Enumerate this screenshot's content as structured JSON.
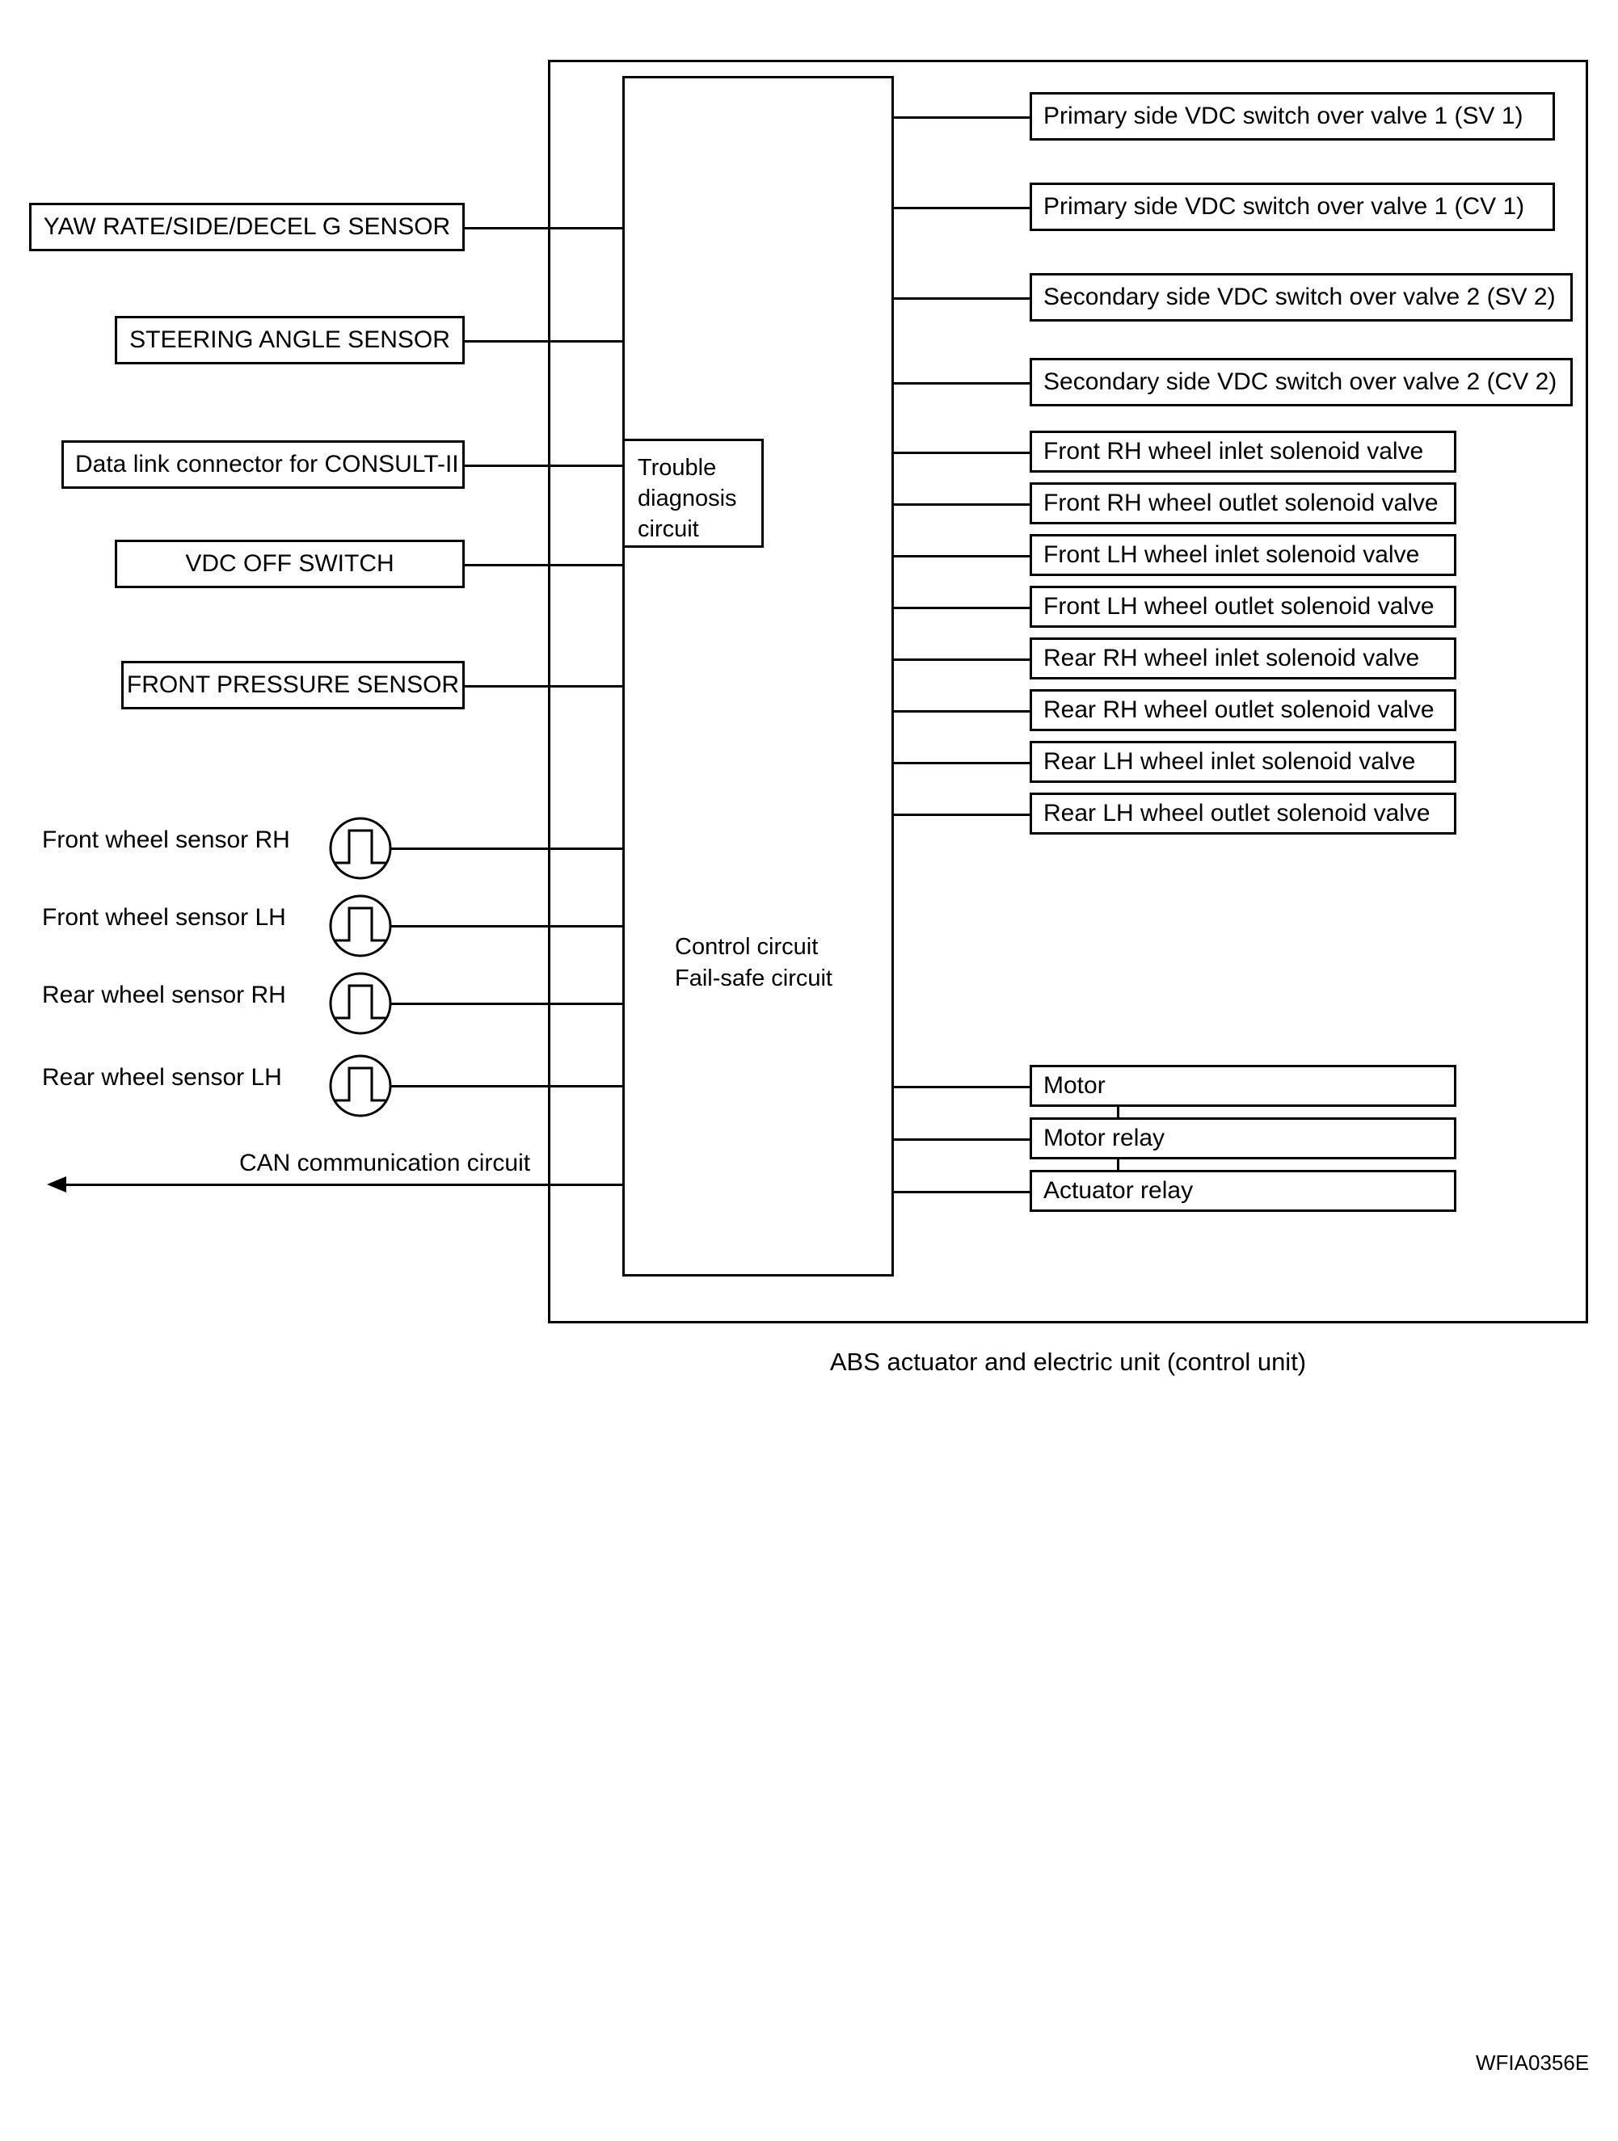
{
  "figure": {
    "caption": "ABS actuator and electric unit (control unit)",
    "reference_code": "WFIA0356E"
  },
  "control_unit": {
    "trouble_diagnosis_label": "Trouble\ndiagnosis\ncircuit",
    "trouble_diagnosis_lines": [
      "Trouble",
      "diagnosis",
      "circuit"
    ],
    "control_circuit_lines": [
      "Control circuit",
      "Fail-safe circuit"
    ]
  },
  "inputs": {
    "boxes": [
      {
        "label": "YAW RATE/SIDE/DECEL G SENSOR",
        "align": "center"
      },
      {
        "label": "STEERING ANGLE SENSOR",
        "align": "center"
      },
      {
        "label": "Data link connector for CONSULT-II",
        "align": "left"
      },
      {
        "label": "VDC OFF SWITCH",
        "align": "center"
      },
      {
        "label": "FRONT PRESSURE SENSOR",
        "align": "center"
      }
    ],
    "wheel_sensors": [
      {
        "label": "Front  wheel sensor RH",
        "icon": "pulse-sensor-icon"
      },
      {
        "label": "Front wheel sensor LH",
        "icon": "pulse-sensor-icon"
      },
      {
        "label": "Rear  wheel sensor RH",
        "icon": "pulse-sensor-icon"
      },
      {
        "label": "Rear wheel sensor  LH",
        "icon": "pulse-sensor-icon"
      }
    ],
    "can_label": "CAN communication circuit"
  },
  "outputs": {
    "vdc_valves": [
      "Primary side VDC switch over valve 1 (SV 1)",
      "Primary side VDC switch over valve 1 (CV 1)",
      "Secondary side VDC switch over valve 2 (SV 2)",
      "Secondary side VDC switch over valve 2 (CV 2)"
    ],
    "solenoid_valves": [
      "Front RH wheel inlet solenoid valve",
      "Front RH wheel outlet solenoid valve",
      "Front LH wheel inlet solenoid valve",
      "Front LH wheel outlet solenoid valve",
      "Rear RH wheel inlet solenoid valve",
      "Rear RH wheel outlet solenoid valve",
      "Rear LH wheel inlet solenoid valve",
      "Rear LH wheel outlet solenoid valve"
    ],
    "motor_group": [
      "Motor",
      "Motor relay",
      "Actuator relay"
    ]
  },
  "colors": {
    "line": "#000000",
    "background": "#ffffff",
    "text": "#000000"
  }
}
